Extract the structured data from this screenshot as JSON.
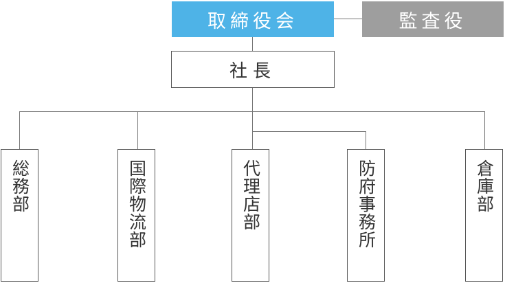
{
  "org": {
    "board": "取締役会",
    "auditor": "監査役",
    "president": "社長",
    "departments": [
      "総務部",
      "国際物流部",
      "代理店部",
      "防府事務所",
      "倉庫部"
    ]
  }
}
